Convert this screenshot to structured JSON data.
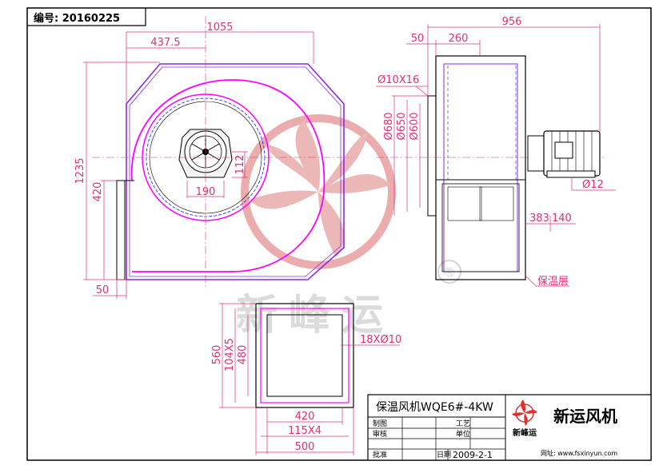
{
  "drawing_number": "编号: 20160225",
  "colors": {
    "outline": "#8a2be2",
    "dimension": "#e0307a",
    "magenta": "#ff00ff",
    "hidden": "#1a1aff",
    "watermark": "#e8a4a4",
    "line": "#000000"
  },
  "front_view": {
    "dim_width": "1055",
    "dim_half": "437.5",
    "dim_height": "1235",
    "dim_outlet": "420",
    "dim_flange": "50",
    "dim_hub": "190",
    "dim_hub_h": "112"
  },
  "side_view": {
    "dim_total": "956",
    "dim_flange": "50",
    "dim_body": "260",
    "dim_holes": "Ø10X16",
    "dim_d680": "Ø680",
    "dim_d650": "Ø650",
    "dim_d600": "Ø600",
    "dim_shaft": "Ø12",
    "dim_383": "383",
    "dim_140": "140",
    "label_insulation": "保温层"
  },
  "outlet_view": {
    "dim_holes": "18XØ10",
    "dim_560": "560",
    "dim_104x5": "104X5",
    "dim_480": "480",
    "dim_420": "420",
    "dim_115x4": "115X4",
    "dim_500": "500"
  },
  "watermark": {
    "brand_text": "新峰运",
    "registered": "®"
  },
  "title_block": {
    "product": "保温风机WQE6#-4KW",
    "company": "新运风机",
    "logo_text": "新峰运",
    "row_draw": "制图",
    "row_craft": "工艺",
    "row_review": "审核",
    "row_approve": "批准",
    "row_unit": "单位",
    "row_date_label": "日期",
    "date": "2009-2-1",
    "website": "网址: www.fsxinyun.com"
  }
}
